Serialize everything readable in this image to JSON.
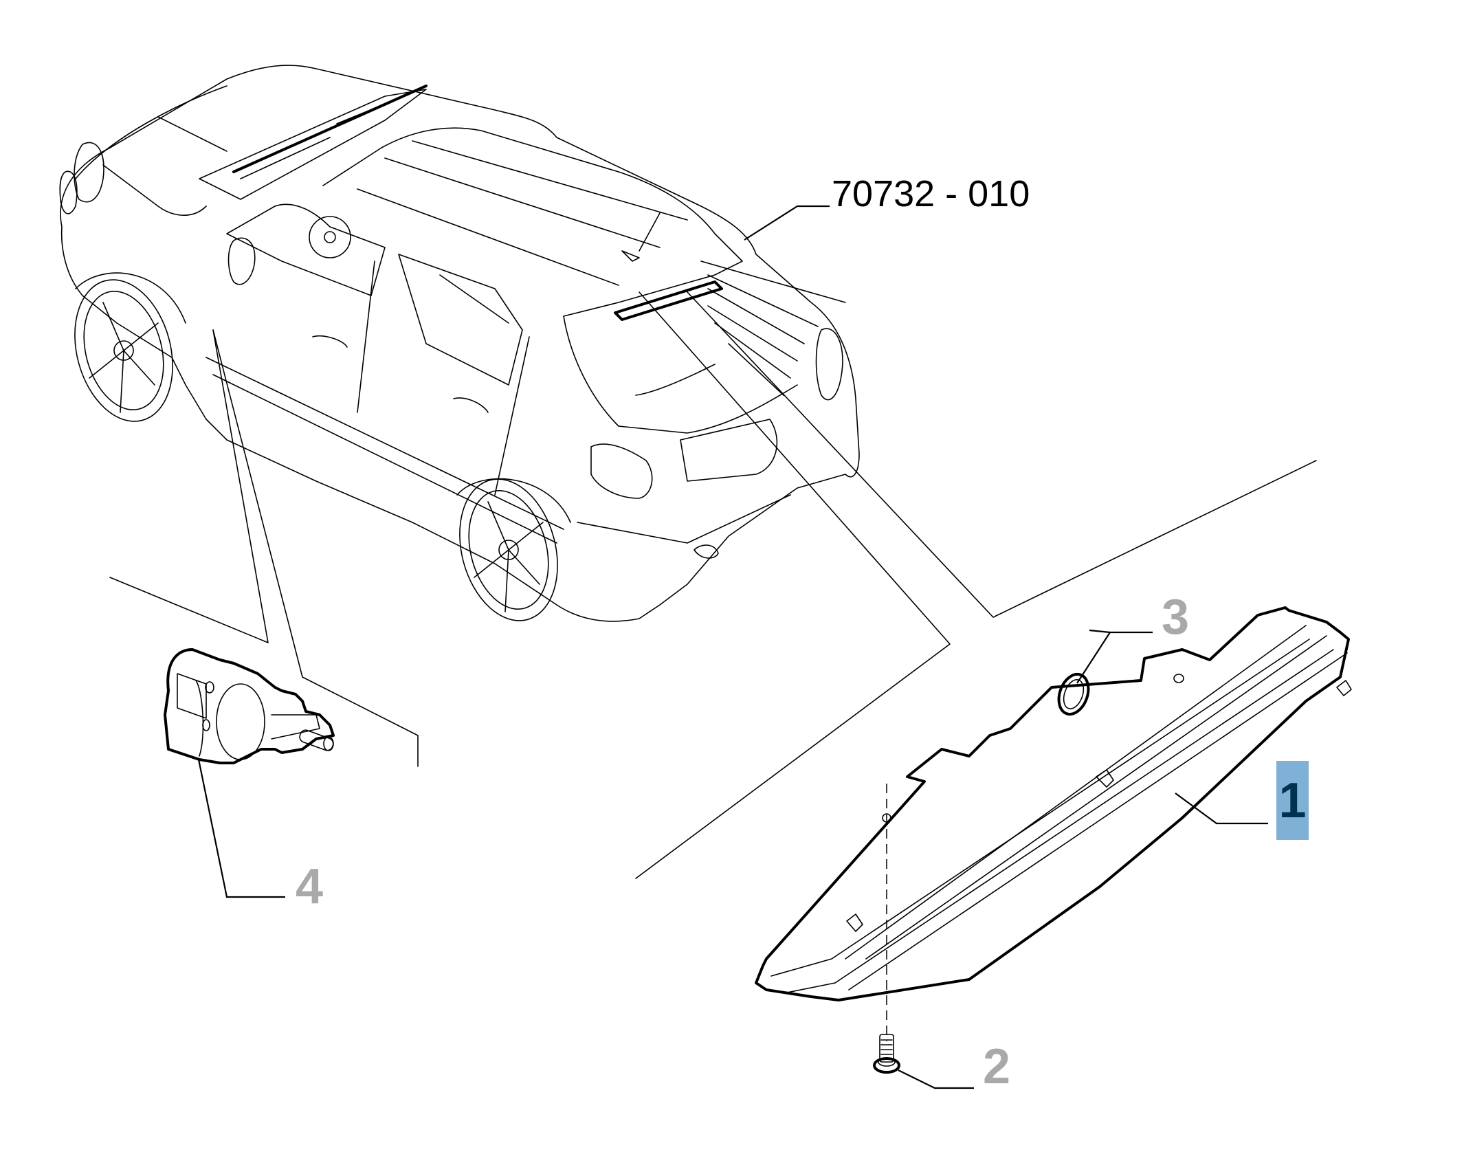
{
  "diagram": {
    "type": "exploded-parts-diagram",
    "subject": "Vehicle rear third brake light assembly",
    "reference_code": "70732 - 010",
    "callouts": [
      {
        "id": "1",
        "label": "1",
        "part": "third-brake-light",
        "highlighted": true
      },
      {
        "id": "2",
        "label": "2",
        "part": "screw",
        "highlighted": false
      },
      {
        "id": "3",
        "label": "3",
        "part": "grommet",
        "highlighted": false
      },
      {
        "id": "4",
        "label": "4",
        "part": "brake-light-switch",
        "highlighted": false
      }
    ],
    "colors": {
      "highlight_bg": "#7fb1d6",
      "highlight_text": "#00324f",
      "inactive_label": "#a9a9a9",
      "line": "#000000"
    }
  }
}
